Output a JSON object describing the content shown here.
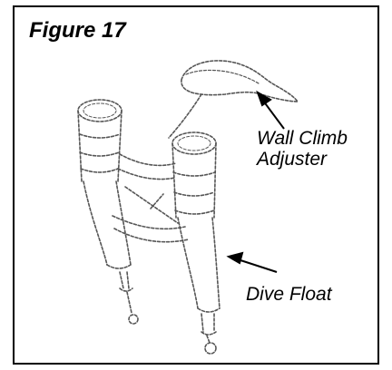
{
  "figure": {
    "title": "Figure 17",
    "labels": {
      "wall_climb_line1": "Wall Climb",
      "wall_climb_line2": "Adjuster",
      "dive_float": "Dive Float"
    },
    "colors": {
      "ink": "#000000",
      "sketch": "#555555",
      "background": "#ffffff"
    },
    "illustration": "pool-cleaner-floats-sketch"
  }
}
